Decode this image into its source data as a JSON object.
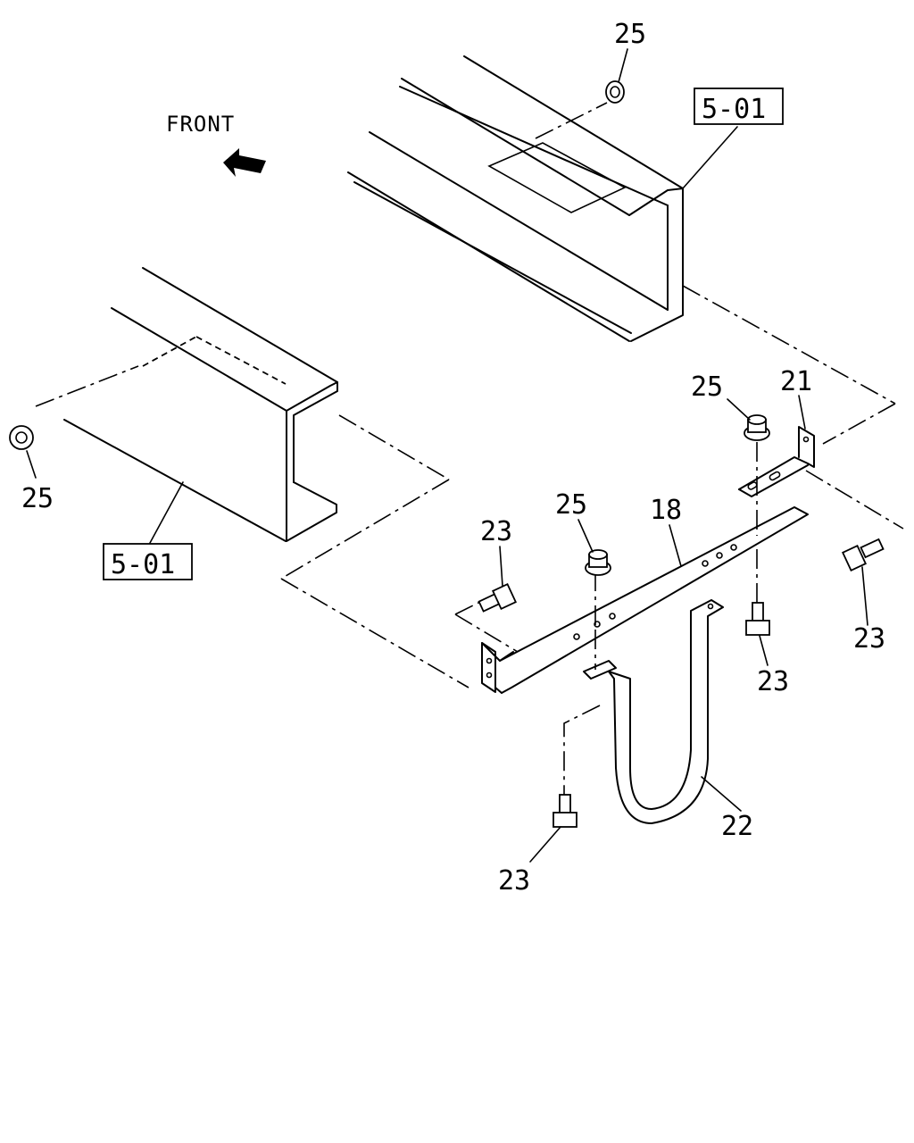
{
  "front_label": "FRONT",
  "callouts": {
    "nut_top": "25",
    "frame_ref_top": "5-01",
    "nut_left": "25",
    "frame_ref_left": "5-01",
    "nut_right": "25",
    "bracket_21": "21",
    "nut_center": "25",
    "bar_18": "18",
    "bolt_left": "23",
    "bolt_right": "23",
    "bolt_center": "23",
    "strap_22": "22",
    "bolt_bottom": "23"
  },
  "parts": [
    {
      "number": "5-01",
      "name": "frame-rail-ref"
    },
    {
      "number": "18",
      "name": "support-bar"
    },
    {
      "number": "21",
      "name": "bracket"
    },
    {
      "number": "22",
      "name": "u-strap"
    },
    {
      "number": "23",
      "name": "flange-bolt"
    },
    {
      "number": "25",
      "name": "flange-nut"
    }
  ]
}
